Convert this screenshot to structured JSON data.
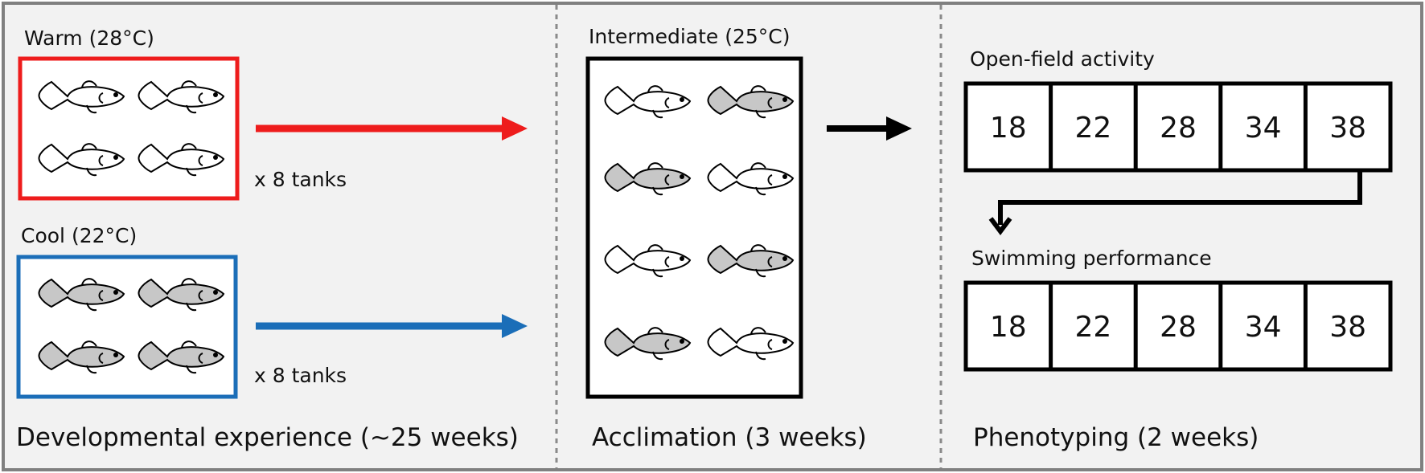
{
  "colors": {
    "background": "#f2f2f2",
    "outer_border": "#808080",
    "divider": "#8a8a8a",
    "warm": "#ee1c1c",
    "cool": "#1b6eb8",
    "black": "#000000",
    "fish_light": "#ffffff",
    "fish_dark": "#c7c7c7"
  },
  "panels": {
    "development": {
      "title": "Developmental experience (~25 weeks)",
      "warm": {
        "label": "Warm (28°C)",
        "tanks": "x 8 tanks",
        "fish_fill": [
          "light",
          "light",
          "light",
          "light"
        ]
      },
      "cool": {
        "label": "Cool (22°C)",
        "tanks": "x 8 tanks",
        "fish_fill": [
          "dark",
          "dark",
          "dark",
          "dark"
        ]
      }
    },
    "acclimation": {
      "title": "Acclimation (3 weeks)",
      "tank_label": "Intermediate (25°C)",
      "fish_fill": [
        "light",
        "dark",
        "dark",
        "light",
        "light",
        "dark",
        "dark",
        "light"
      ]
    },
    "phenotyping": {
      "title": "Phenotyping (2 weeks)",
      "open_field": {
        "label": "Open-field activity",
        "temps": [
          "18",
          "22",
          "28",
          "34",
          "38"
        ]
      },
      "swimming": {
        "label": "Swimming performance",
        "temps": [
          "18",
          "22",
          "28",
          "34",
          "38"
        ]
      }
    }
  }
}
